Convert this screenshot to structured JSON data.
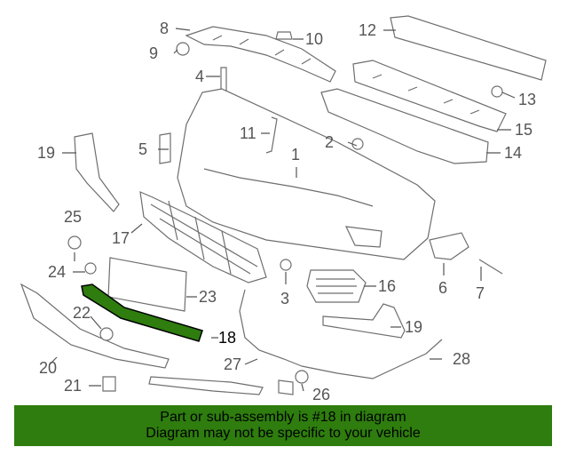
{
  "callouts": {
    "c1": "1",
    "c2": "2",
    "c3": "3",
    "c4": "4",
    "c5": "5",
    "c6": "6",
    "c7": "7",
    "c8": "8",
    "c9": "9",
    "c10": "10",
    "c11": "11",
    "c12": "12",
    "c13": "13",
    "c14": "14",
    "c15": "15",
    "c16": "16",
    "c17": "17",
    "c18": "18",
    "c19a": "19",
    "c19b": "19",
    "c20": "20",
    "c21": "21",
    "c22": "22",
    "c23": "23",
    "c24": "24",
    "c25": "25",
    "c26": "26",
    "c27": "27",
    "c28": "28"
  },
  "highlight_part": "18",
  "banner": {
    "line1": "Part or sub-assembly is #18 in diagram",
    "line2": "Diagram may not be specific to your vehicle"
  },
  "colors": {
    "banner_bg": "#2e7d0e",
    "highlight_part": "#2e7d0e",
    "line_art": "#6e6e6e"
  }
}
